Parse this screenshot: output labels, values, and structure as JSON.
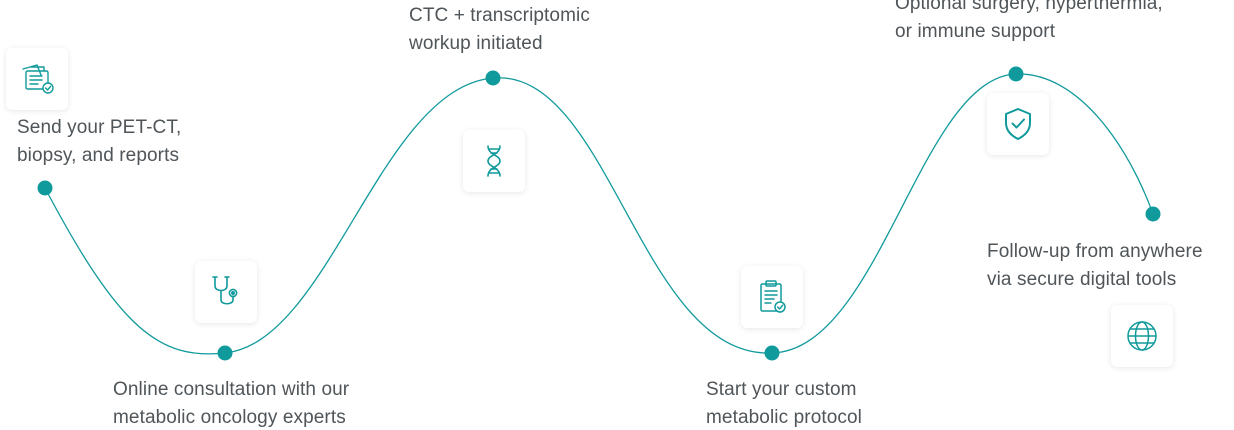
{
  "theme": {
    "accent": "#119a9c",
    "text": "#4f5559"
  },
  "steps": [
    {
      "icon": "documents-icon",
      "lines": [
        "Send your PET-CT,",
        "biopsy, and reports"
      ]
    },
    {
      "icon": "stethoscope-icon",
      "lines": [
        "Online consultation with our",
        "metabolic oncology experts"
      ]
    },
    {
      "icon": "dna-icon",
      "lines": [
        "CTC + transcriptomic",
        "workup initiated"
      ]
    },
    {
      "icon": "clipboard-check-icon",
      "lines": [
        "Start your custom",
        "metabolic protocol"
      ]
    },
    {
      "icon": "shield-check-icon",
      "lines": [
        "Optional surgery, hyperthermia,",
        "or immune support"
      ]
    },
    {
      "icon": "globe-icon",
      "lines": [
        "Follow-up from anywhere",
        "via secure digital tools"
      ]
    }
  ]
}
